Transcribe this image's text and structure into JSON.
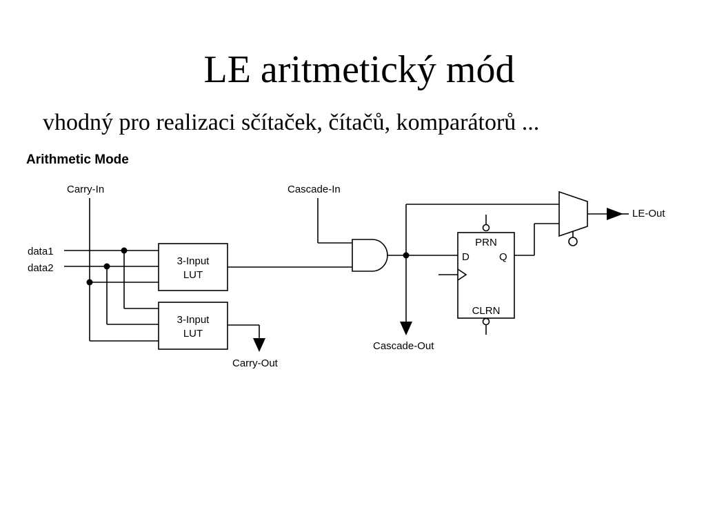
{
  "slide": {
    "title": "LE aritmetický mód",
    "subtitle": "vhodný pro realizaci sčítaček, čítačů, komparátorů ..."
  },
  "diagram": {
    "heading": "Arithmetic Mode",
    "inputs": {
      "carry_in": "Carry-In",
      "cascade_in": "Cascade-In",
      "data1": "data1",
      "data2": "data2"
    },
    "outputs": {
      "carry_out": "Carry-Out",
      "cascade_out": "Cascade-Out",
      "le_out": "LE-Out"
    },
    "lut_top": {
      "line1": "3-Input",
      "line2": "LUT"
    },
    "lut_bottom": {
      "line1": "3-Input",
      "line2": "LUT"
    },
    "flipflop": {
      "prn": "PRN",
      "clrn": "CLRN",
      "d": "D",
      "q": "Q"
    },
    "gate_type": "AND",
    "output_block": "multiplexer"
  }
}
